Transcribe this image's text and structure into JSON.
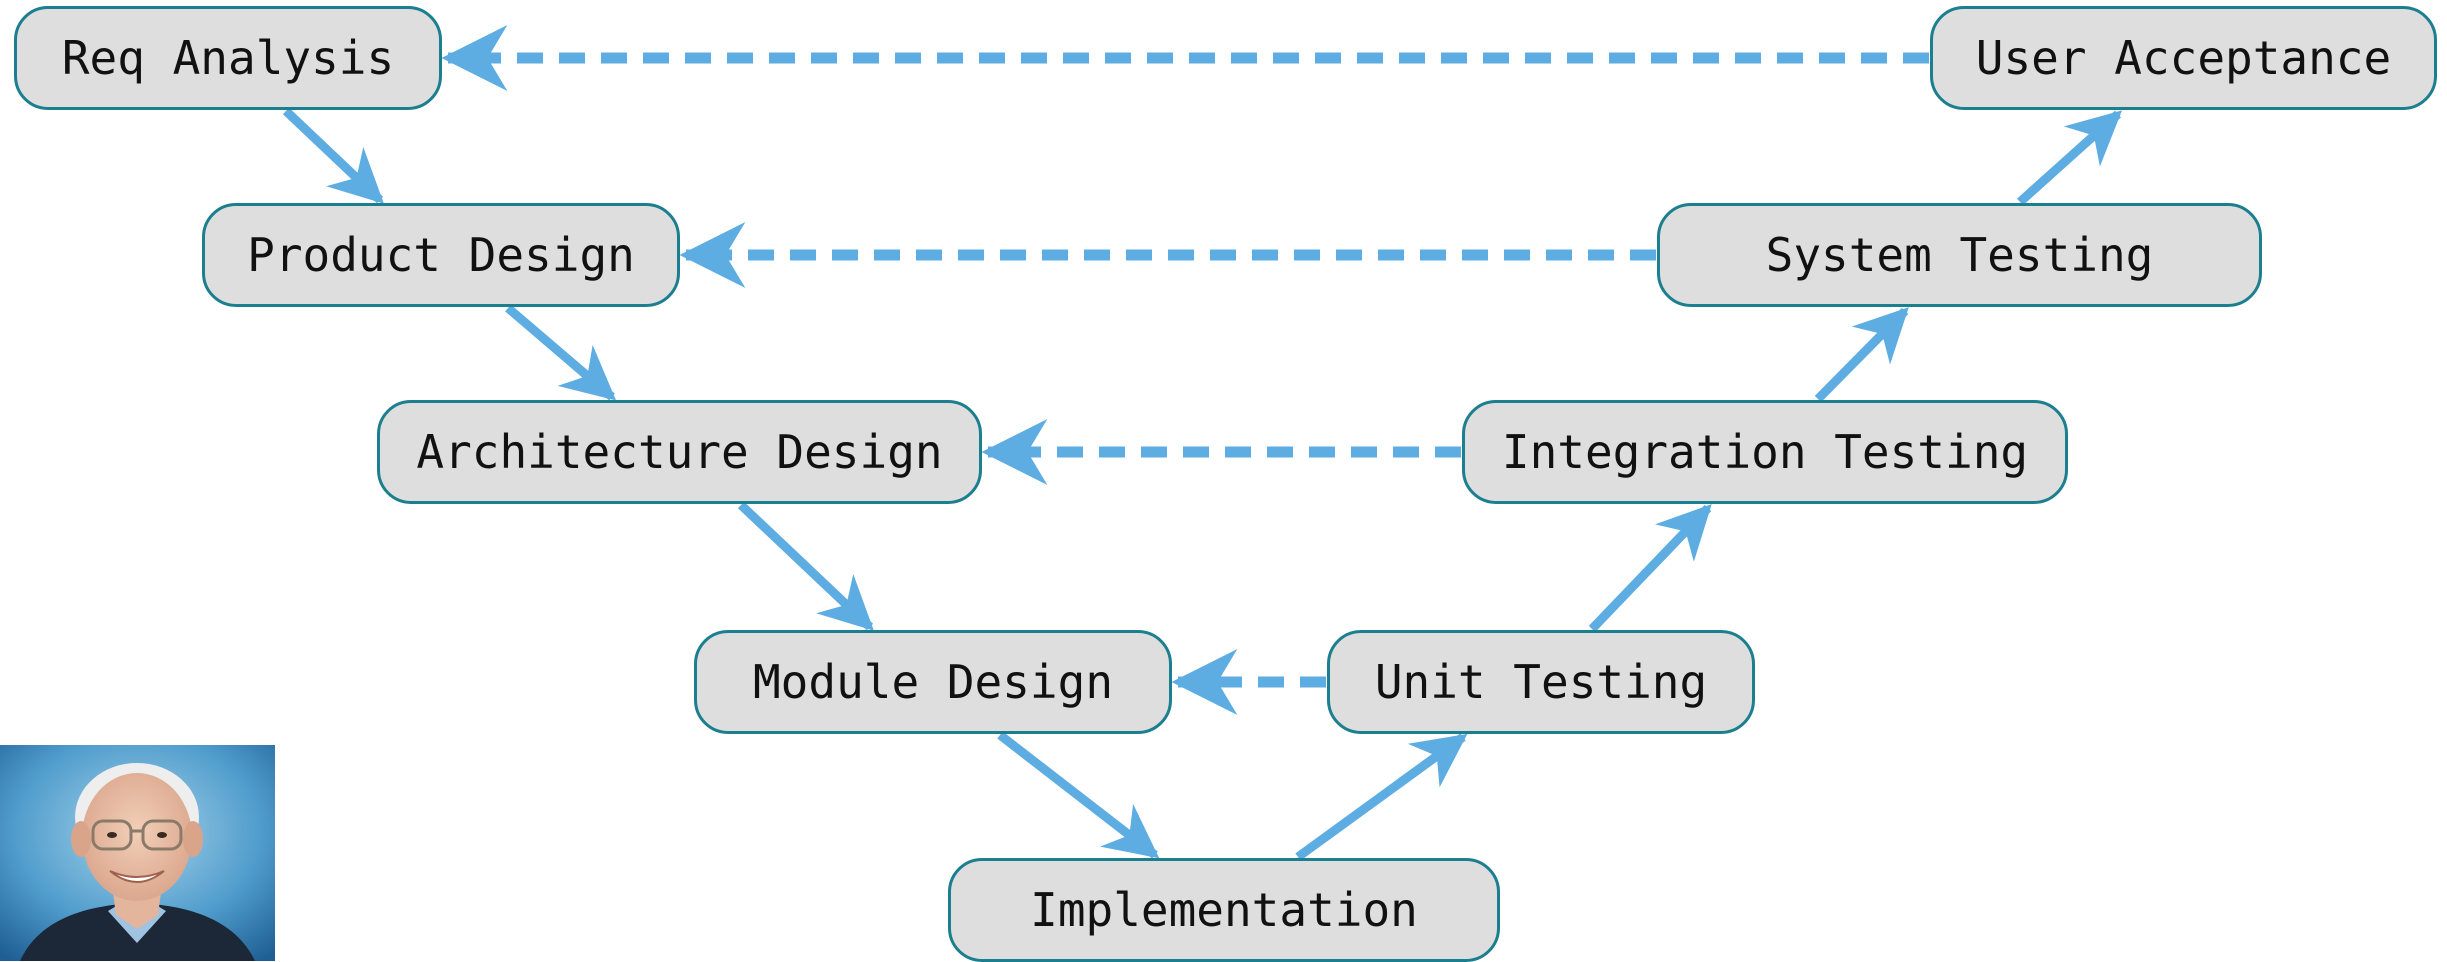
{
  "diagram": {
    "nodes": {
      "req_analysis": "Req Analysis",
      "product_design": "Product Design",
      "architecture_design": "Architecture Design",
      "module_design": "Module Design",
      "implementation": "Implementation",
      "unit_testing": "Unit Testing",
      "integration_testing": "Integration Testing",
      "system_testing": "System Testing",
      "user_acceptance": "User Acceptance"
    },
    "edges": [
      {
        "from": "req_analysis",
        "to": "product_design",
        "style": "solid"
      },
      {
        "from": "product_design",
        "to": "architecture_design",
        "style": "solid"
      },
      {
        "from": "architecture_design",
        "to": "module_design",
        "style": "solid"
      },
      {
        "from": "module_design",
        "to": "implementation",
        "style": "solid"
      },
      {
        "from": "implementation",
        "to": "unit_testing",
        "style": "solid"
      },
      {
        "from": "unit_testing",
        "to": "integration_testing",
        "style": "solid"
      },
      {
        "from": "integration_testing",
        "to": "system_testing",
        "style": "solid"
      },
      {
        "from": "system_testing",
        "to": "user_acceptance",
        "style": "solid"
      },
      {
        "from": "unit_testing",
        "to": "module_design",
        "style": "dashed"
      },
      {
        "from": "integration_testing",
        "to": "architecture_design",
        "style": "dashed"
      },
      {
        "from": "system_testing",
        "to": "product_design",
        "style": "dashed"
      },
      {
        "from": "user_acceptance",
        "to": "req_analysis",
        "style": "dashed"
      }
    ],
    "colors": {
      "edge": "#5dade2",
      "node_fill": "#dedede",
      "node_border": "#1b7f8f",
      "text": "#111111"
    }
  },
  "photo": {
    "subject": "portrait-photo"
  }
}
